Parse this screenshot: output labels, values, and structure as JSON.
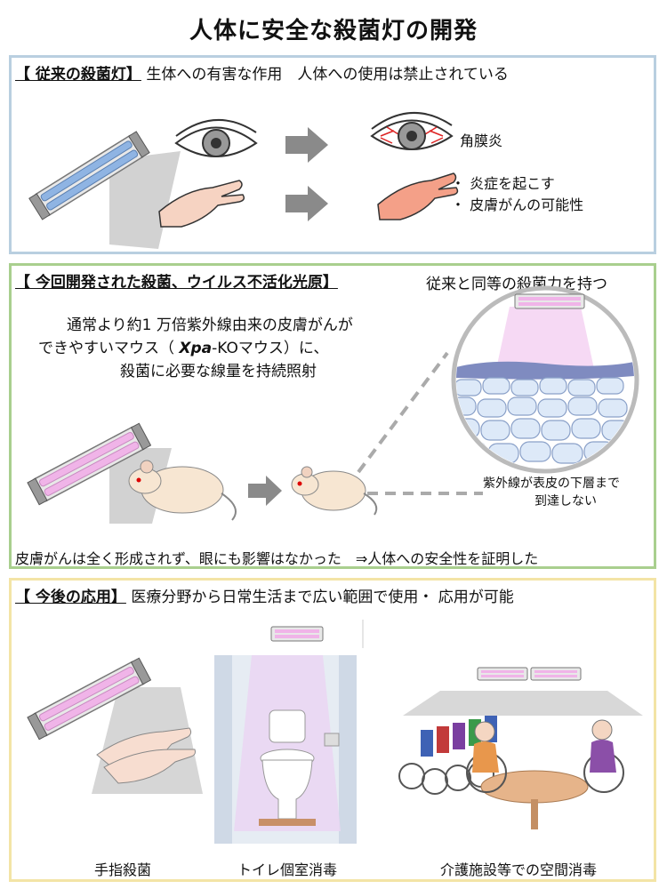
{
  "title": "人体に安全な殺菌灯の開発",
  "conventional": {
    "tag": "【 従来の殺菌灯】",
    "desc": "生体への有害な作用　人体への使用は禁止されている",
    "keratitis": "角膜炎",
    "bullet1": "・ 炎症を起こす",
    "bullet2": "・ 皮膚がんの可能性"
  },
  "developed": {
    "tag": "【 今回開発された殺菌、ウイルス不活化光原】",
    "right_note": "従来と同等の殺菌力を持つ",
    "exp_line1": "通常より約1 万倍紫外線由来の皮膚がんが",
    "exp_line2_pre": "できやすいマウス（ ",
    "exp_line2_em": "Xpa",
    "exp_line2_post": "-KOマウス）に、",
    "exp_line3": "殺菌に必要な線量を持続照射",
    "skin_note_1": "紫外線が表皮の下層まで",
    "skin_note_2": "到達しない",
    "result": "皮膚がんは全く形成されず、眼にも影響はなかった　⇒人体への安全性を証明した"
  },
  "future": {
    "tag": "【 今後の応用】",
    "desc": "医療分野から日常生活まで広い範囲で使用・ 応用が可能",
    "cap_hands": "手指殺菌",
    "cap_toilet": "トイレ個室消毒",
    "cap_care": "介護施設等での空間消毒"
  },
  "colors": {
    "conventional_lamp": "#8fb4e3",
    "new_lamp": "#f0b4e8",
    "panel1_border": "#b9cfe0",
    "panel2_border": "#a9cf8e",
    "panel3_border": "#f3e4a6"
  }
}
